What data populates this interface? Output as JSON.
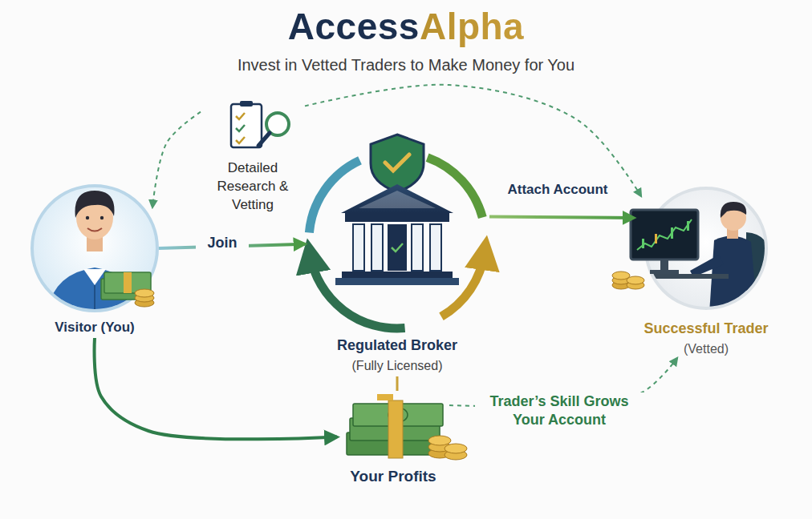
{
  "diagram": {
    "title": "AccessAlpha",
    "nodes": [
      {
        "text": [
          "Visitor (You)"
        ]
      },
      {
        "text": [
          "Detailed Research & Vetting"
        ]
      },
      {
        "text": [
          "Regulated Broker",
          "(Fully Licensed)"
        ]
      },
      {
        "text": [
          "Successful Trader",
          "(Vetted)"
        ]
      },
      {
        "text": [
          "Your Profits"
        ]
      }
    ],
    "edges": [
      {
        "from": 0,
        "to": 2,
        "label": "Join",
        "arrow": "to"
      },
      {
        "from": 2,
        "to": 3,
        "label": "Attach Account",
        "arrow": "to"
      },
      {
        "from": 1,
        "to": 0,
        "arrow": "to"
      },
      {
        "from": 1,
        "to": 3,
        "arrow": "to"
      },
      {
        "from": 0,
        "to": 4,
        "arrow": "to"
      },
      {
        "from": 4,
        "to": 3,
        "label": "Trader’s Skill Grows Your Account",
        "arrow": "to"
      },
      {
        "from": 2,
        "to": 4,
        "arrow": "none"
      }
    ],
    "labels": [
      "Invest in Vetted Traders to Make Money for You"
    ]
  }
}
